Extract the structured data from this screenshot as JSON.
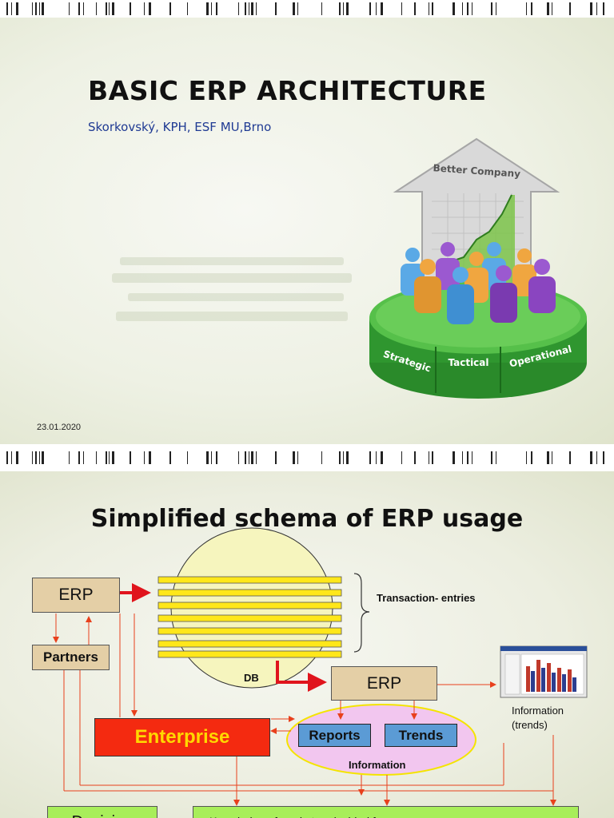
{
  "slide1": {
    "title": "BASIC ERP ARCHITECTURE",
    "subtitle": "Skorkovský, KPH, ESF MU,Brno",
    "date": "23.01.2020",
    "illustration": {
      "arrow_label": "Better Company",
      "segments": [
        "Strategic",
        "Tactical",
        "Operational"
      ],
      "colors": {
        "arrow": "#d9d9d9",
        "chart": "#7cc44a",
        "platform": "#3fae3f"
      }
    }
  },
  "slide2": {
    "title": "Simplified  schema of ERP usage",
    "erp_label": "ERP",
    "partners_label": "Partners",
    "enterprise_label": "Enterprise",
    "transaction_label": "Transaction- entries",
    "db_label": "DB",
    "erp2_label": "ERP",
    "reports_label": "Reports",
    "trends_label": "Trends",
    "information_label": "Information",
    "info_trends_line1": "Information",
    "info_trends_line2": "(trends)",
    "decision_partial": "Decision",
    "bottom_box_partial": "Knowledge of market ... decided for"
  }
}
